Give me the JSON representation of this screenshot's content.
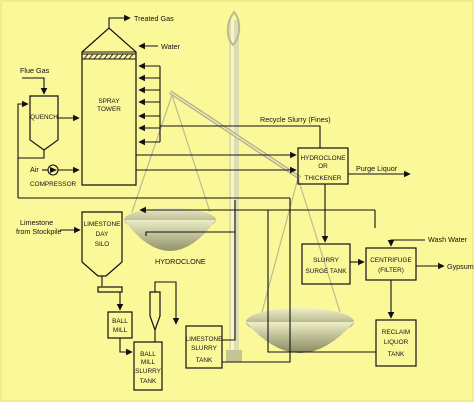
{
  "labels": {
    "treated_gas": "Treated Gas",
    "water": "Water",
    "flue_gas": "Flue Gas",
    "quench": "QUENCH",
    "spray_tower_1": "SPRAY",
    "spray_tower_2": "TOWER",
    "air": "Air",
    "compressor": "COMPRESSOR",
    "recycle_slurry": "Recycle Slurry (Fines)",
    "hydroclone_thickener_1": "HYDROCLONE",
    "hydroclone_thickener_2": "OR",
    "hydroclone_thickener_3": "THICKENER",
    "purge_liquor": "Purge Liquor",
    "limestone_from_stockpile_1": "Limestone",
    "limestone_from_stockpile_2": "from Stockpile",
    "limestone_day_silo_1": "LIMESTONE",
    "limestone_day_silo_2": "DAY",
    "limestone_day_silo_3": "SILO",
    "hydroclone": "HYDROCLONE",
    "wash_water": "Wash Water",
    "slurry_surge_tank_1": "SLURRY",
    "slurry_surge_tank_2": "SURGE TANK",
    "centrifuge_1": "CENTRIFUGE",
    "centrifuge_2": "(FILTER)",
    "gypsum": "Gypsum",
    "ball_mill_1": "BALL",
    "ball_mill_2": "MILL",
    "ball_mill_slurry_tank_1": "BALL",
    "ball_mill_slurry_tank_2": "MILL",
    "ball_mill_slurry_tank_3": "SLURRY",
    "ball_mill_slurry_tank_4": "TANK",
    "limestone_slurry_tank_1": "LIMESTONE",
    "limestone_slurry_tank_2": "SLURRY",
    "limestone_slurry_tank_3": "TANK",
    "reclaim_liquor_tank_1": "RECLAIM",
    "reclaim_liquor_tank_2": "LIQUOR",
    "reclaim_liquor_tank_3": "TANK"
  },
  "colors": {
    "background": "#fbf89a",
    "line": "#111111",
    "scale_overlay": "#9a9a9a"
  }
}
